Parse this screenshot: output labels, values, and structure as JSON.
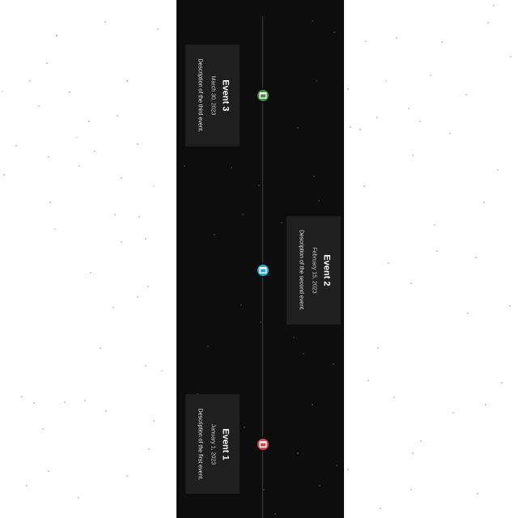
{
  "timeline": {
    "events": [
      {
        "title": "Event 3",
        "date": "March 30, 2023",
        "description": "Description of the third event.",
        "color": "#3f8f3f",
        "icon": "calendar-icon"
      },
      {
        "title": "Event 2",
        "date": "February 15, 2023",
        "description": "Description of the second event.",
        "color": "#2aa5dd",
        "icon": "calendar-icon"
      },
      {
        "title": "Event 1",
        "date": "January 1, 2023",
        "description": "Description of the first event.",
        "color": "#d9434b",
        "icon": "calendar-icon"
      }
    ]
  }
}
